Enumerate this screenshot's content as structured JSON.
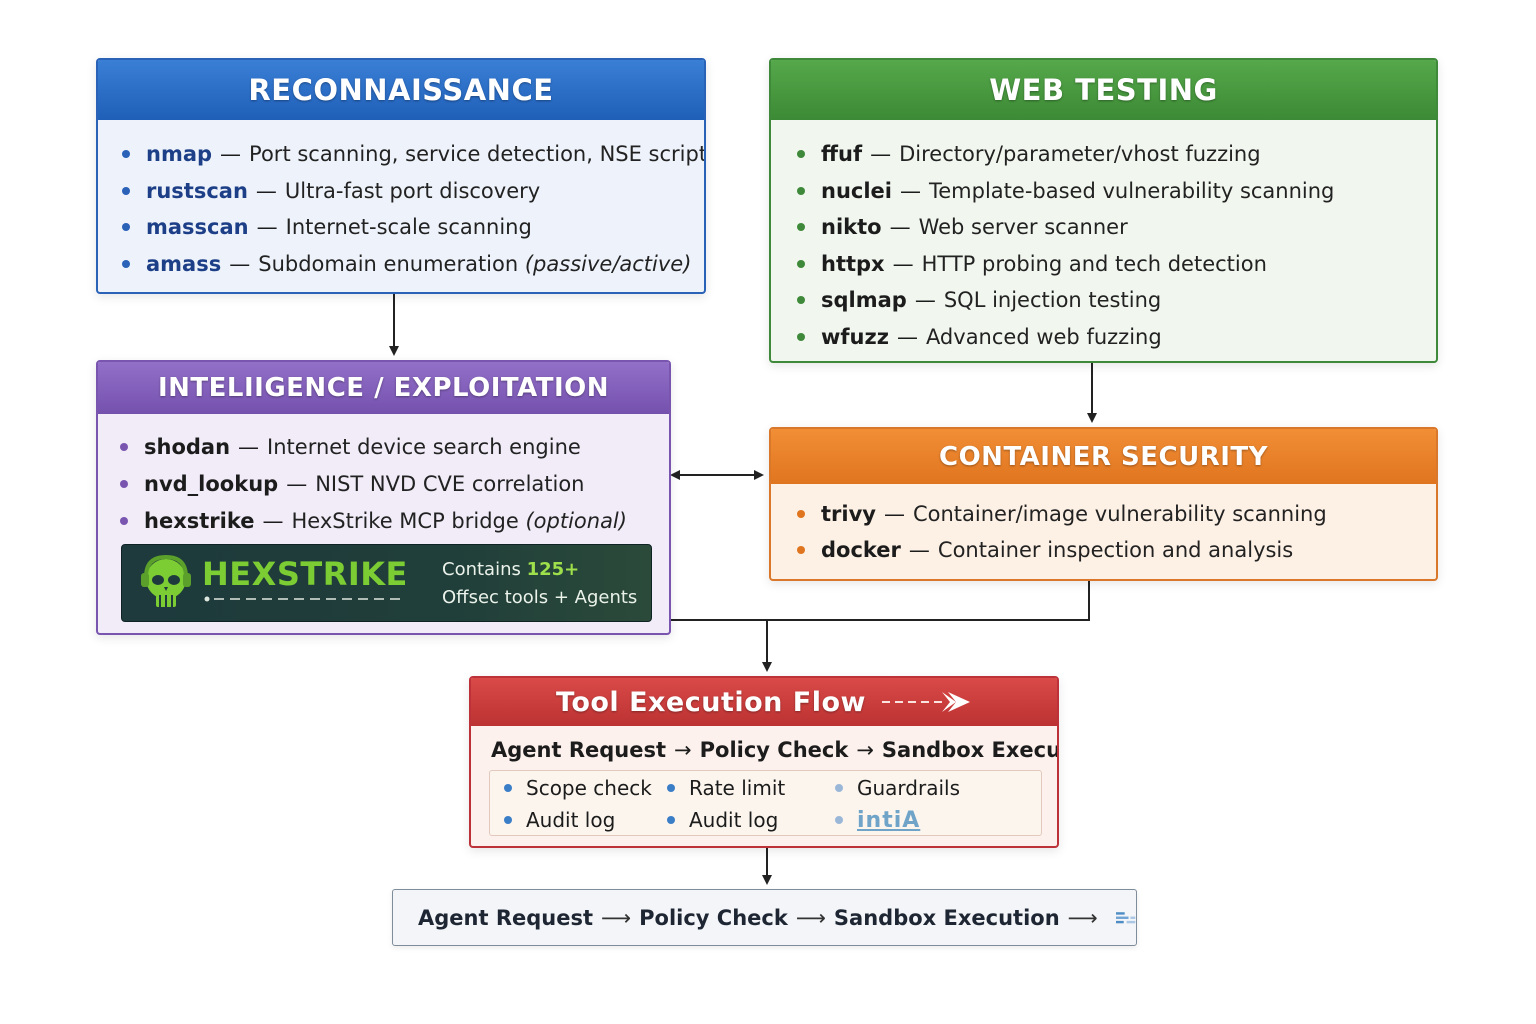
{
  "recon": {
    "title": "RECONNAISSANCE",
    "color": "#2a62b8",
    "tools": [
      {
        "name": "nmap",
        "desc": "Port scanning, service detection, NSE scripts"
      },
      {
        "name": "rustscan",
        "desc": "Ultra-fast port discovery"
      },
      {
        "name": "masscan",
        "desc": "Internet-scale scanning"
      },
      {
        "name": "amass",
        "desc": "Subdomain enumeration ",
        "desc_em": "(passive/active)"
      }
    ]
  },
  "web": {
    "title": "WEB TESTING",
    "color": "#3f8a3a",
    "tools": [
      {
        "name": "ffuf",
        "desc": "Directory/parameter/vhost fuzzing"
      },
      {
        "name": "nuclei",
        "desc": "Template-based vulnerability scanning"
      },
      {
        "name": "nikto",
        "desc": "Web server scanner"
      },
      {
        "name": "httpx",
        "desc": "HTTP probing and tech detection"
      },
      {
        "name": "sqlmap",
        "desc": "SQL injection testing"
      },
      {
        "name": "wfuzz",
        "desc": "Advanced web fuzzing"
      }
    ]
  },
  "intel": {
    "title": "INTELIIGENCE / EXPLOITATION",
    "color": "#7a55b0",
    "tools": [
      {
        "name": "shodan",
        "desc": "Internet device search engine"
      },
      {
        "name": "nvd_lookup",
        "desc": "NIST NVD CVE correlation"
      },
      {
        "name": "hexstrike",
        "desc": "HexStrike MCP bridge ",
        "desc_em": "(optional)"
      }
    ],
    "banner": {
      "logo": "HEXSTRIKE",
      "line1_prefix": "Contains ",
      "line1_highlight": "125+",
      "line2": "Offsec tools + Agents"
    }
  },
  "container": {
    "title": "CONTAINER SECURITY",
    "color": "#d9772a",
    "tools": [
      {
        "name": "trivy",
        "desc": "Container/image vulnerability scanning"
      },
      {
        "name": "docker",
        "desc": "Container inspection and analysis"
      }
    ]
  },
  "flow": {
    "title": "Tool Execution Flow",
    "color": "#bd3238",
    "steps": [
      "Agent Request",
      "Policy Check",
      "Sandbox Execution"
    ],
    "checks": [
      [
        "Scope check",
        "Rate limit",
        "Guardrails"
      ],
      [
        "Audit log",
        "Audit log",
        "intiA"
      ]
    ]
  },
  "summary": {
    "steps": [
      "Agent Request",
      "Policy Check",
      "Sandbox Execution"
    ]
  },
  "separator": "—",
  "arrow_glyph": "→",
  "arrow_glyph_long": "⟶"
}
